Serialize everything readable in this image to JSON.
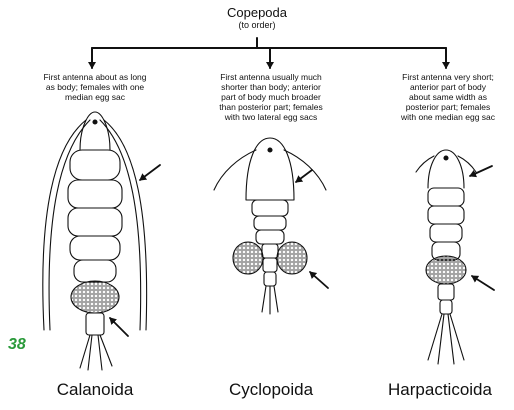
{
  "root": {
    "title": "Copepoda",
    "subtitle": "(to order)"
  },
  "orders": [
    {
      "name": "Calanoida",
      "desc_lines": [
        "First antenna about as long",
        "as body; females with one",
        "median egg sac"
      ]
    },
    {
      "name": "Cyclopoida",
      "desc_lines": [
        "First antenna usually much",
        "shorter than body; anterior",
        "part of body much broader",
        "than posterior part; females",
        "with two lateral egg sacs"
      ]
    },
    {
      "name": "Harpacticoida",
      "desc_lines": [
        "First antenna very short;",
        "anterior part of body",
        "about same width as",
        "posterior part; females",
        "with one median egg sac"
      ]
    }
  ],
  "page_number": "38",
  "colors": {
    "line": "#111111",
    "page_number": "#2a9a3a"
  }
}
